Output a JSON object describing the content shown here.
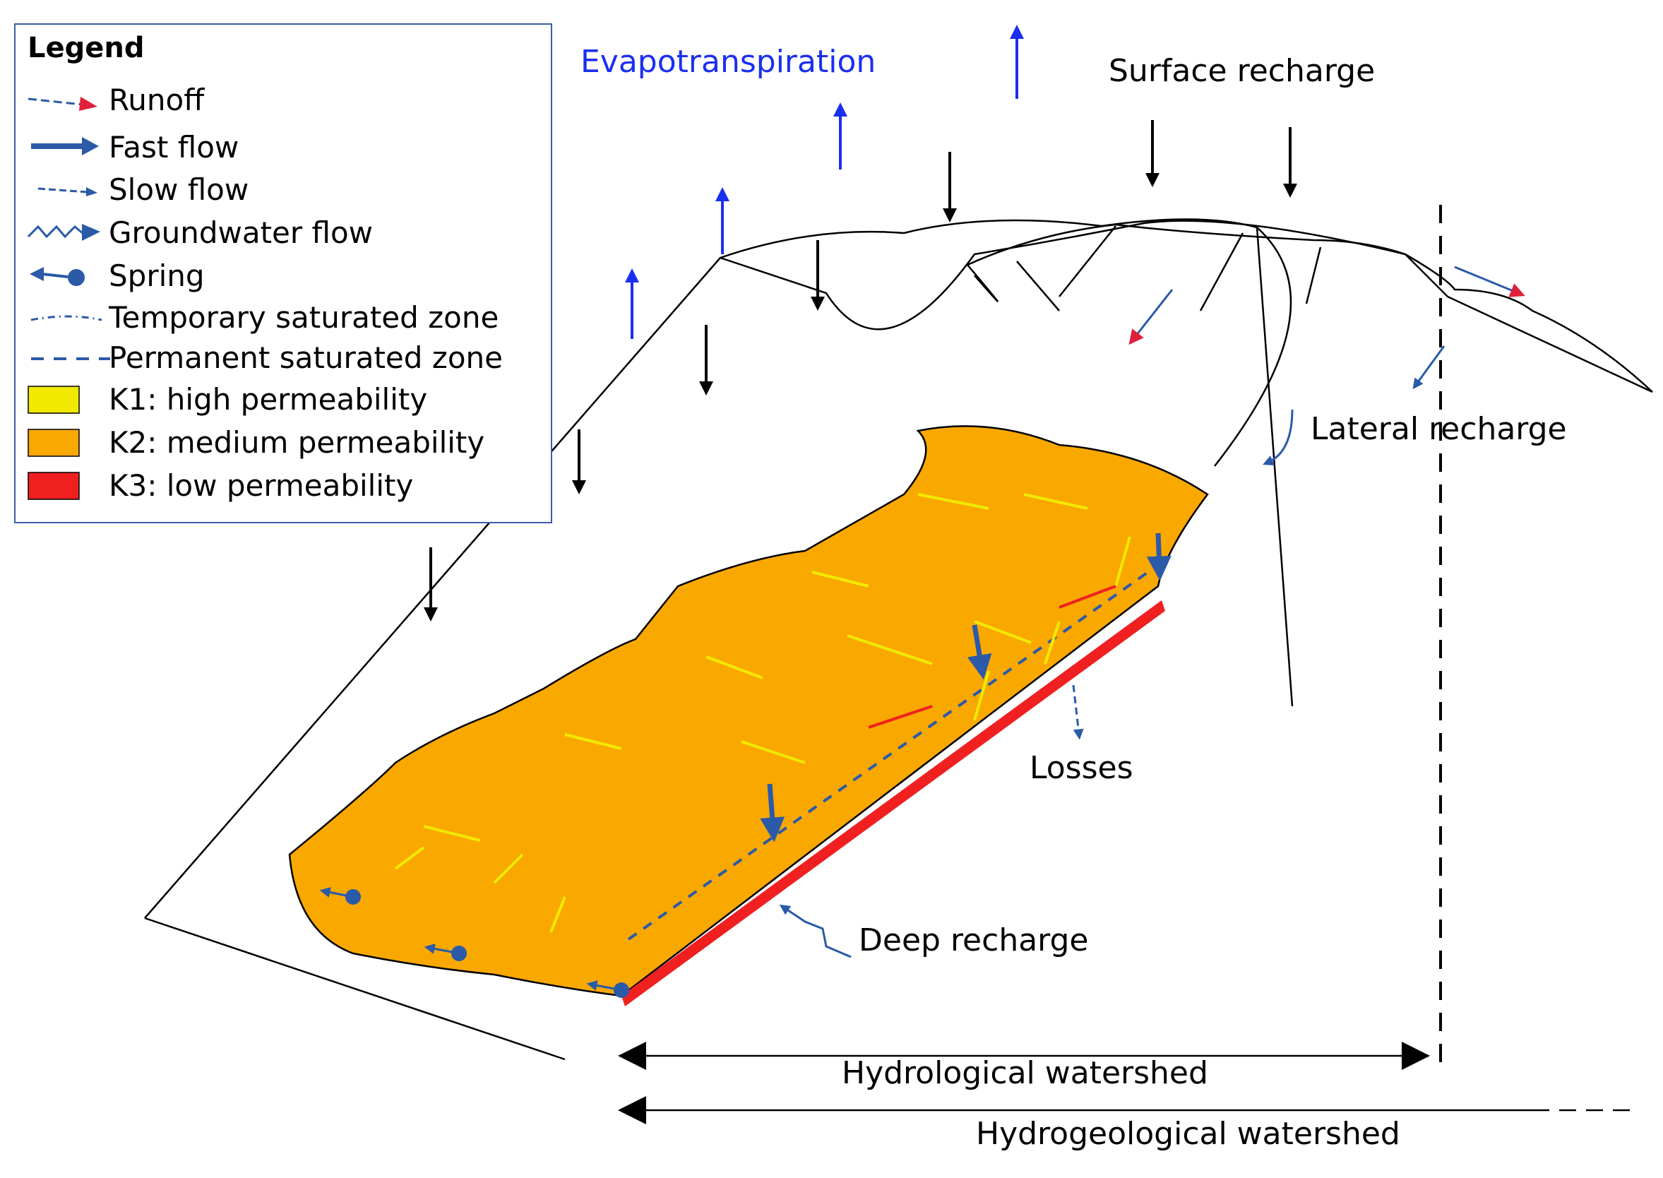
{
  "legend": {
    "title": "Legend",
    "items": [
      {
        "label": "Runoff",
        "icon": "runoff-arrow-icon"
      },
      {
        "label": "Fast flow",
        "icon": "fast-flow-arrow-icon"
      },
      {
        "label": "Slow flow",
        "icon": "slow-flow-arrow-icon"
      },
      {
        "label": "Groundwater flow",
        "icon": "groundwater-zigzag-arrow-icon"
      },
      {
        "label": "Spring",
        "icon": "spring-icon"
      },
      {
        "label": "Temporary saturated zone",
        "icon": "dash-dot-line-icon"
      },
      {
        "label": "Permanent saturated zone",
        "icon": "dashed-line-icon"
      },
      {
        "label": "K1: high permeability",
        "color": "#f1ea00"
      },
      {
        "label": "K2: medium permeability",
        "color": "#f9a800"
      },
      {
        "label": "K3: low permeability",
        "color": "#f02020"
      }
    ]
  },
  "labels": {
    "evapotranspiration": "Evapotranspiration",
    "surface_recharge": "Surface recharge",
    "lateral_recharge": "Lateral recharge",
    "losses": "Losses",
    "deep_recharge": "Deep recharge",
    "hydrological_watershed": "Hydrological watershed",
    "hydrogeological_watershed": "Hydrogeological watershed"
  },
  "colors": {
    "k1_high": "#f1ea00",
    "k2_medium": "#f9a800",
    "k3_low": "#f02020",
    "flow_blue": "#2a5aa8",
    "evapo_blue": "#1b2ff0",
    "runoff_red": "#e0203a",
    "outline": "#000000"
  }
}
